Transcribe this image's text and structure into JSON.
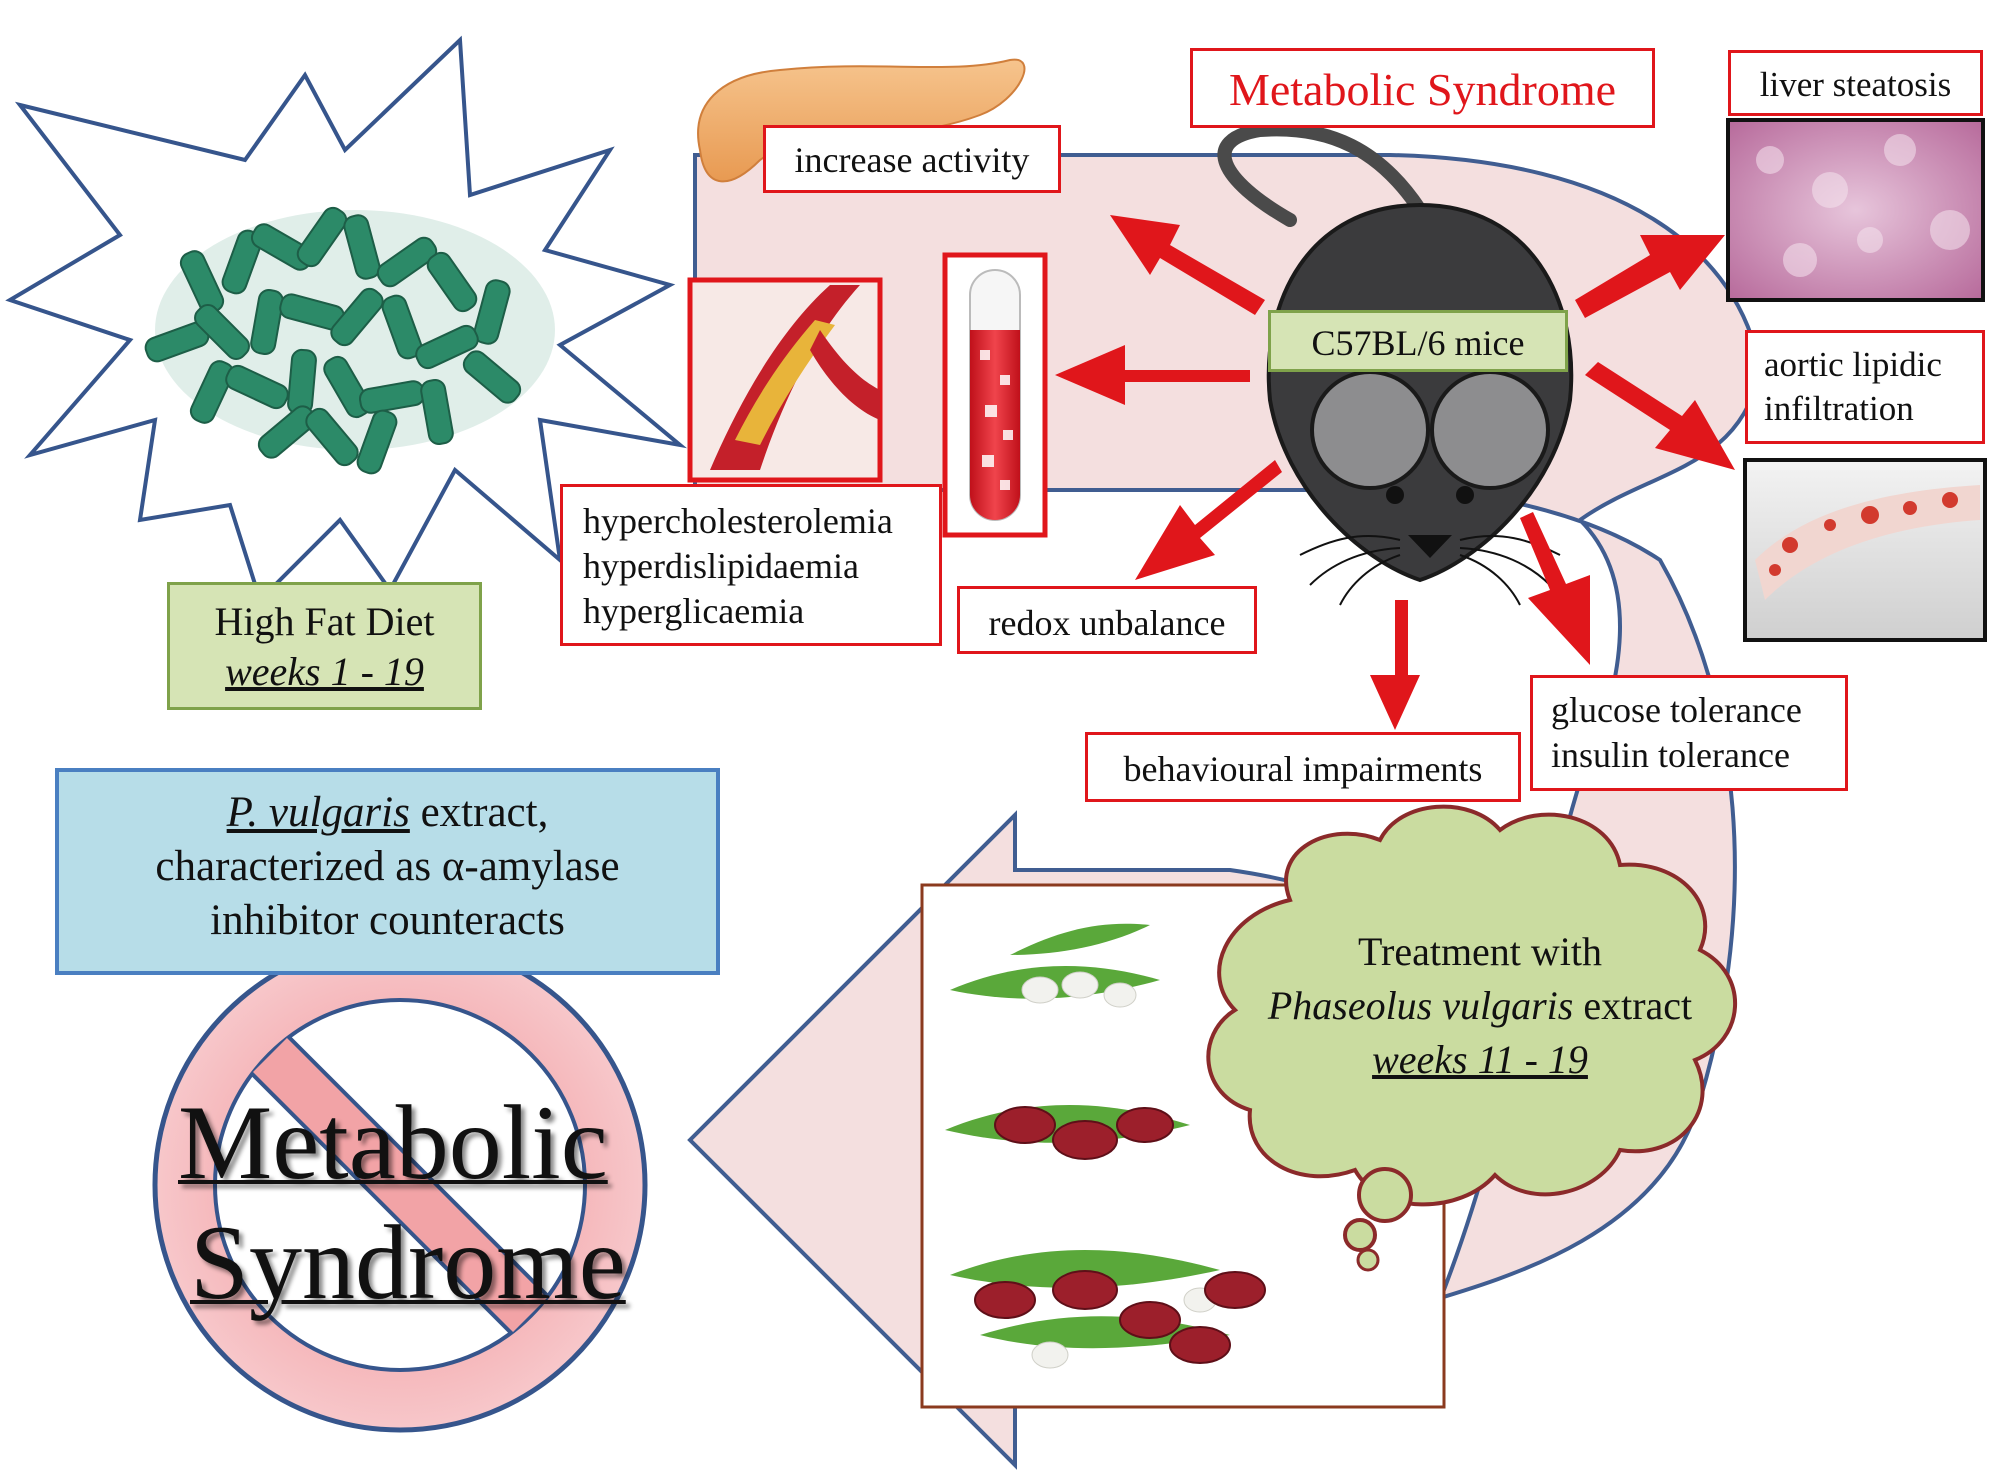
{
  "title": "Metabolic Syndrome",
  "mouse_label": "C57BL/6 mice",
  "diet": {
    "name": "High Fat Diet",
    "weeks": "weeks 1 - 19"
  },
  "effects": {
    "pancreas": "increase activity",
    "blood": [
      "hypercholesterolemia",
      "hyperdislipidaemia",
      "hyperglicaemia"
    ],
    "redox": "redox unbalance",
    "behaviour": "behavioural impairments",
    "tolerance": [
      "glucose tolerance",
      "insulin tolerance"
    ],
    "liver": "liver steatosis",
    "aorta": [
      "aortic lipidic",
      "infiltration"
    ]
  },
  "treatment": {
    "line1": "Treatment with",
    "species": "Phaseolus vulgaris",
    "extract": " extract",
    "weeks": "weeks 11 - 19"
  },
  "conclusion": {
    "species": "P. vulgaris",
    "rest1": " extract,",
    "line2": "characterized as α-amylase",
    "line3": "inhibitor counteracts"
  },
  "no_sign": {
    "word1": "Metabolic",
    "word2": "Syndrome"
  },
  "colors": {
    "red": "#e0161b",
    "loop_fill": "#f4dede",
    "loop_stroke": "#36558c",
    "green_box": "#d6e4b5",
    "blue_box": "#b7dde8",
    "no_sign_fill": "#f2a3a6"
  }
}
